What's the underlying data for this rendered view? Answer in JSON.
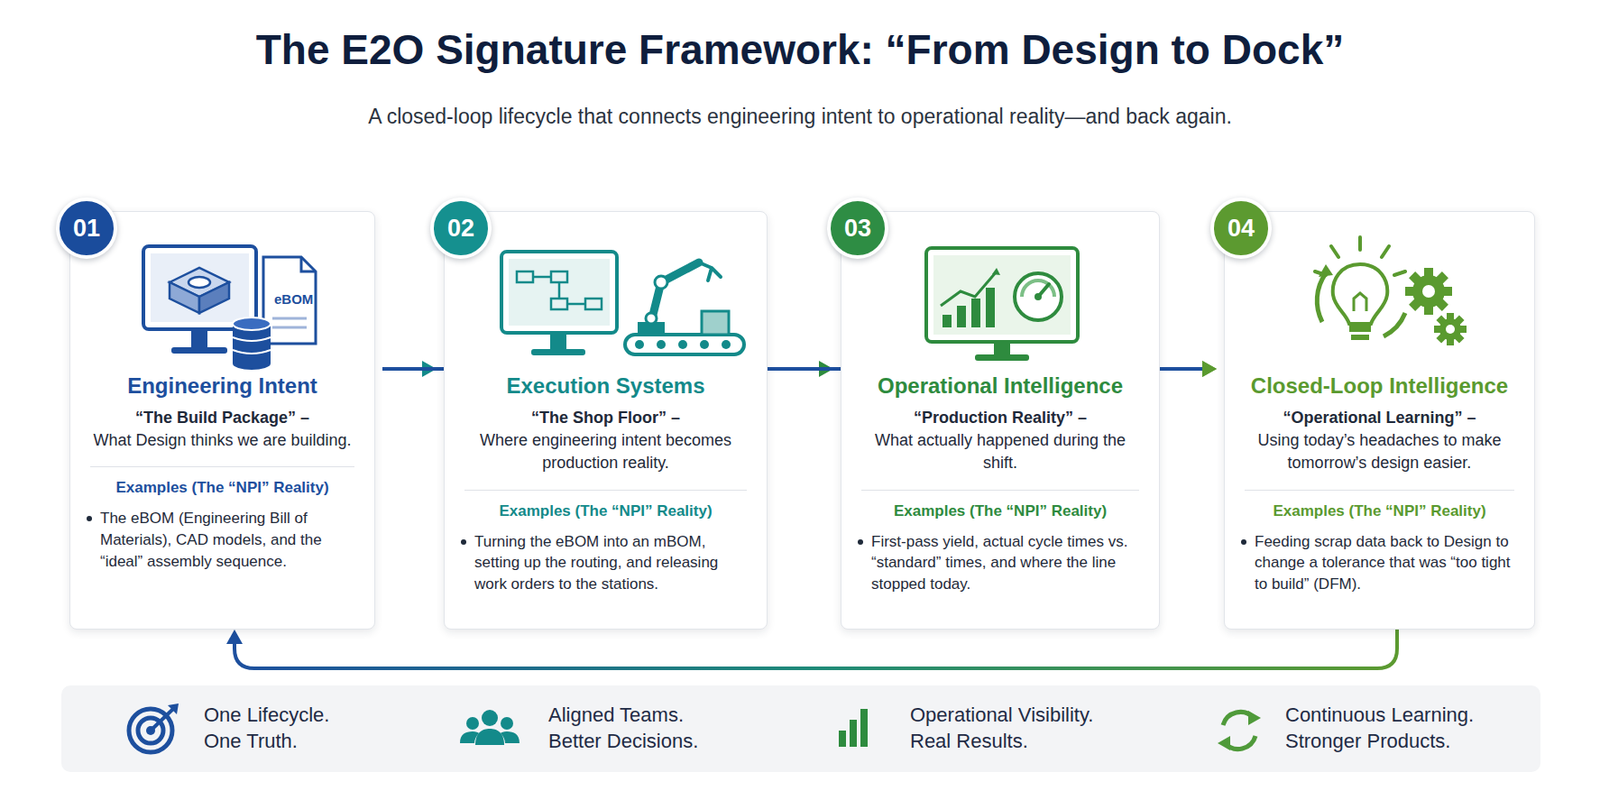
{
  "diagram": {
    "title": "The E2O Signature Framework: “From Design to Dock”",
    "caption": "A closed-loop lifecycle that connects engineering intent to operational reality—and back again.",
    "nodes": [
      {
        "text": [
          "01"
        ]
      },
      {
        "text": [
          "Engineering Intent",
          "“The Build Package” – What Design thinks we are building.",
          "Examples (The “NPI” Reality)",
          "The eBOM (Engineering Bill of Materials), CAD models, and the “ideal” assembly sequence."
        ]
      },
      {
        "text": [
          "02"
        ]
      },
      {
        "text": [
          "Execution Systems",
          "“The Shop Floor” – Where engineering intent becomes production reality.",
          "Examples (The “NPI” Reality)",
          "Turning the eBOM into an mBOM, setting up the routing, and releasing work orders to the stations."
        ]
      },
      {
        "text": [
          "03"
        ]
      },
      {
        "text": [
          "Operational Intelligence",
          "“Production Reality” – What actually happened during the shift.",
          "Examples (The “NPI” Reality)",
          "First-pass yield, actual cycle times vs. “standard” times, and where the line stopped today."
        ]
      },
      {
        "text": [
          "04"
        ]
      },
      {
        "text": [
          "Closed-Loop Intelligence",
          "“Operational Learning” – Using today’s headaches to make tomorrow’s design easier.",
          "Examples (The “NPI” Reality)",
          "Feeding scrap data back to Design to change a tolerance that was “too tight to build” (DFM)."
        ]
      },
      {
        "text": [
          "One Lifecycle. One Truth.",
          "Aligned Teams. Better Decisions.",
          "Operational Visibility. Real Results.",
          "Continuous Learning. Stronger Products."
        ]
      }
    ],
    "edges": [
      {
        "from": 1,
        "to": 3,
        "arrow": "to"
      },
      {
        "from": 3,
        "to": 5,
        "arrow": "to"
      },
      {
        "from": 5,
        "to": 7,
        "arrow": "to"
      },
      {
        "from": 1,
        "to": 7,
        "arrow": "to"
      },
      {
        "from": 7,
        "to": 1,
        "arrow": "to"
      }
    ],
    "labels": [
      "eBOM"
    ]
  }
}
